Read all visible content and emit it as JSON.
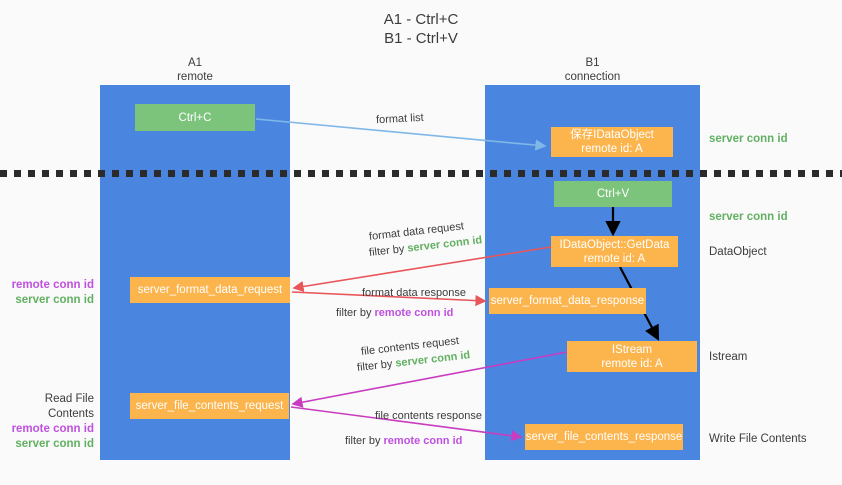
{
  "title": "A1 - Ctrl+C\nB1 - Ctrl+V",
  "columns": {
    "left": {
      "name": "A1",
      "role": "remote"
    },
    "right": {
      "name": "B1",
      "role": "connection"
    }
  },
  "nodes": {
    "ctrl_c": {
      "label": "Ctrl+C",
      "color": "#7cc47c"
    },
    "idataobject": {
      "label": "保存IDataObject\nremote id: A",
      "color": "#fcb44d"
    },
    "ctrl_v": {
      "label": "Ctrl+V",
      "color": "#7cc47c"
    },
    "getdata": {
      "label": "IDataObject::GetData\nremote id: A",
      "color": "#fcb44d"
    },
    "format_req": {
      "label": "server_format_data_request",
      "color": "#fcb44d"
    },
    "format_resp": {
      "label": "server_format_data_response",
      "color": "#fcb44d"
    },
    "istream": {
      "label": "IStream\nremote id: A",
      "color": "#fcb44d"
    },
    "file_req": {
      "label": "server_file_contents_request",
      "color": "#fcb44d"
    },
    "file_resp": {
      "label": "server_file_contents_response",
      "color": "#fcb44d"
    }
  },
  "right_labels": {
    "server_conn_id_1": "server conn id",
    "server_conn_id_2": "server conn id",
    "dataobject": "DataObject",
    "istream": "Istream",
    "write_file_contents": "Write File Contents"
  },
  "left_labels": {
    "group1": {
      "remote": "remote conn id",
      "server": "server conn id"
    },
    "group2": {
      "heading": "Read File Contents",
      "remote": "remote conn id",
      "server": "server conn id"
    }
  },
  "edges": {
    "format_list": {
      "caption": "format list"
    },
    "format_data_request": {
      "caption": "format data request",
      "filter_prefix": "filter by ",
      "filter_key": "server conn id"
    },
    "format_data_response": {
      "caption": "format data response",
      "filter_prefix": "filter by ",
      "filter_key": "remote conn id"
    },
    "file_contents_request": {
      "caption": "file contents request",
      "filter_prefix": "filter by ",
      "filter_key": "server conn id"
    },
    "file_contents_response": {
      "caption": "file contents response",
      "filter_prefix": "filter by ",
      "filter_key": "remote conn id"
    }
  },
  "colors": {
    "lane": "#4a86e0",
    "green_node": "#7cc47c",
    "orange_node": "#fcb44d",
    "server_conn_id": "#62b062",
    "remote_conn_id": "#c050e0",
    "red_arrow": "#e8555a",
    "magenta_arrow": "#c93bc0",
    "blue_arrow": "#7fb8e8",
    "black_arrow": "#000000",
    "divider": "#2b2b2b",
    "background": "#fafafa"
  }
}
